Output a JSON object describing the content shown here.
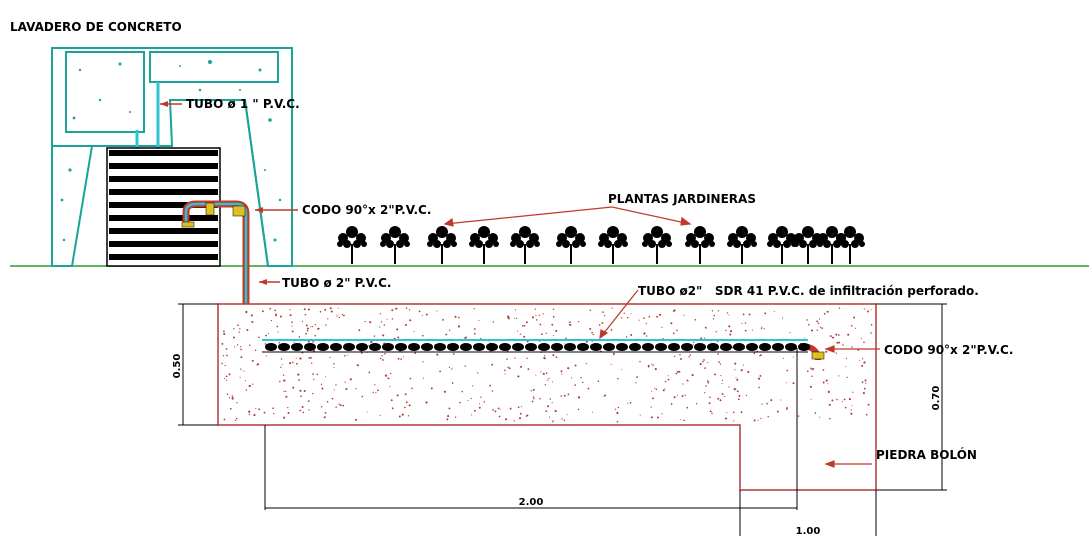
{
  "title": "LAVADERO DE CONCRETO",
  "labels": {
    "tubo_1": "TUBO ø 1 \" P.V.C.",
    "codo_top": "CODO 90°x 2\"P.V.C.",
    "plantas": "PLANTAS JARDINERAS",
    "tubo_2": "TUBO ø 2\" P.V.C.",
    "tubo_infiltracion": "TUBO ø2\"   SDR 41 P.V.C. de infiltración perforado.",
    "codo_right": "CODO 90°x 2\"P.V.C.",
    "piedra": "PIEDRA BOLÓN"
  },
  "dimensions": {
    "d_050": "0.50",
    "d_070": "0.70",
    "d_200": "2.00",
    "d_100": "1.00"
  },
  "colors": {
    "concrete": "#1aa39a",
    "pipe_red": "#c0392b",
    "pipe_cyan": "#2ec4d6",
    "fitting_yellow": "#e0c020",
    "ground_green": "#2e9e2e",
    "gravel_outline": "#b03a3a",
    "dim_line": "#000000"
  },
  "plants_count": 14,
  "grate_bars": 9
}
